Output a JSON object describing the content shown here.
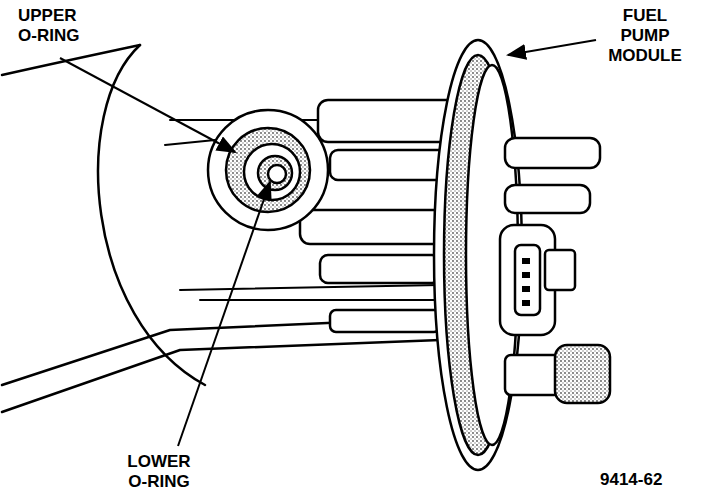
{
  "diagram": {
    "labels": [
      "UPPER O-RING",
      "FUEL PUMP MODULE",
      "LOWER O-RING",
      "9414-62"
    ]
  }
}
